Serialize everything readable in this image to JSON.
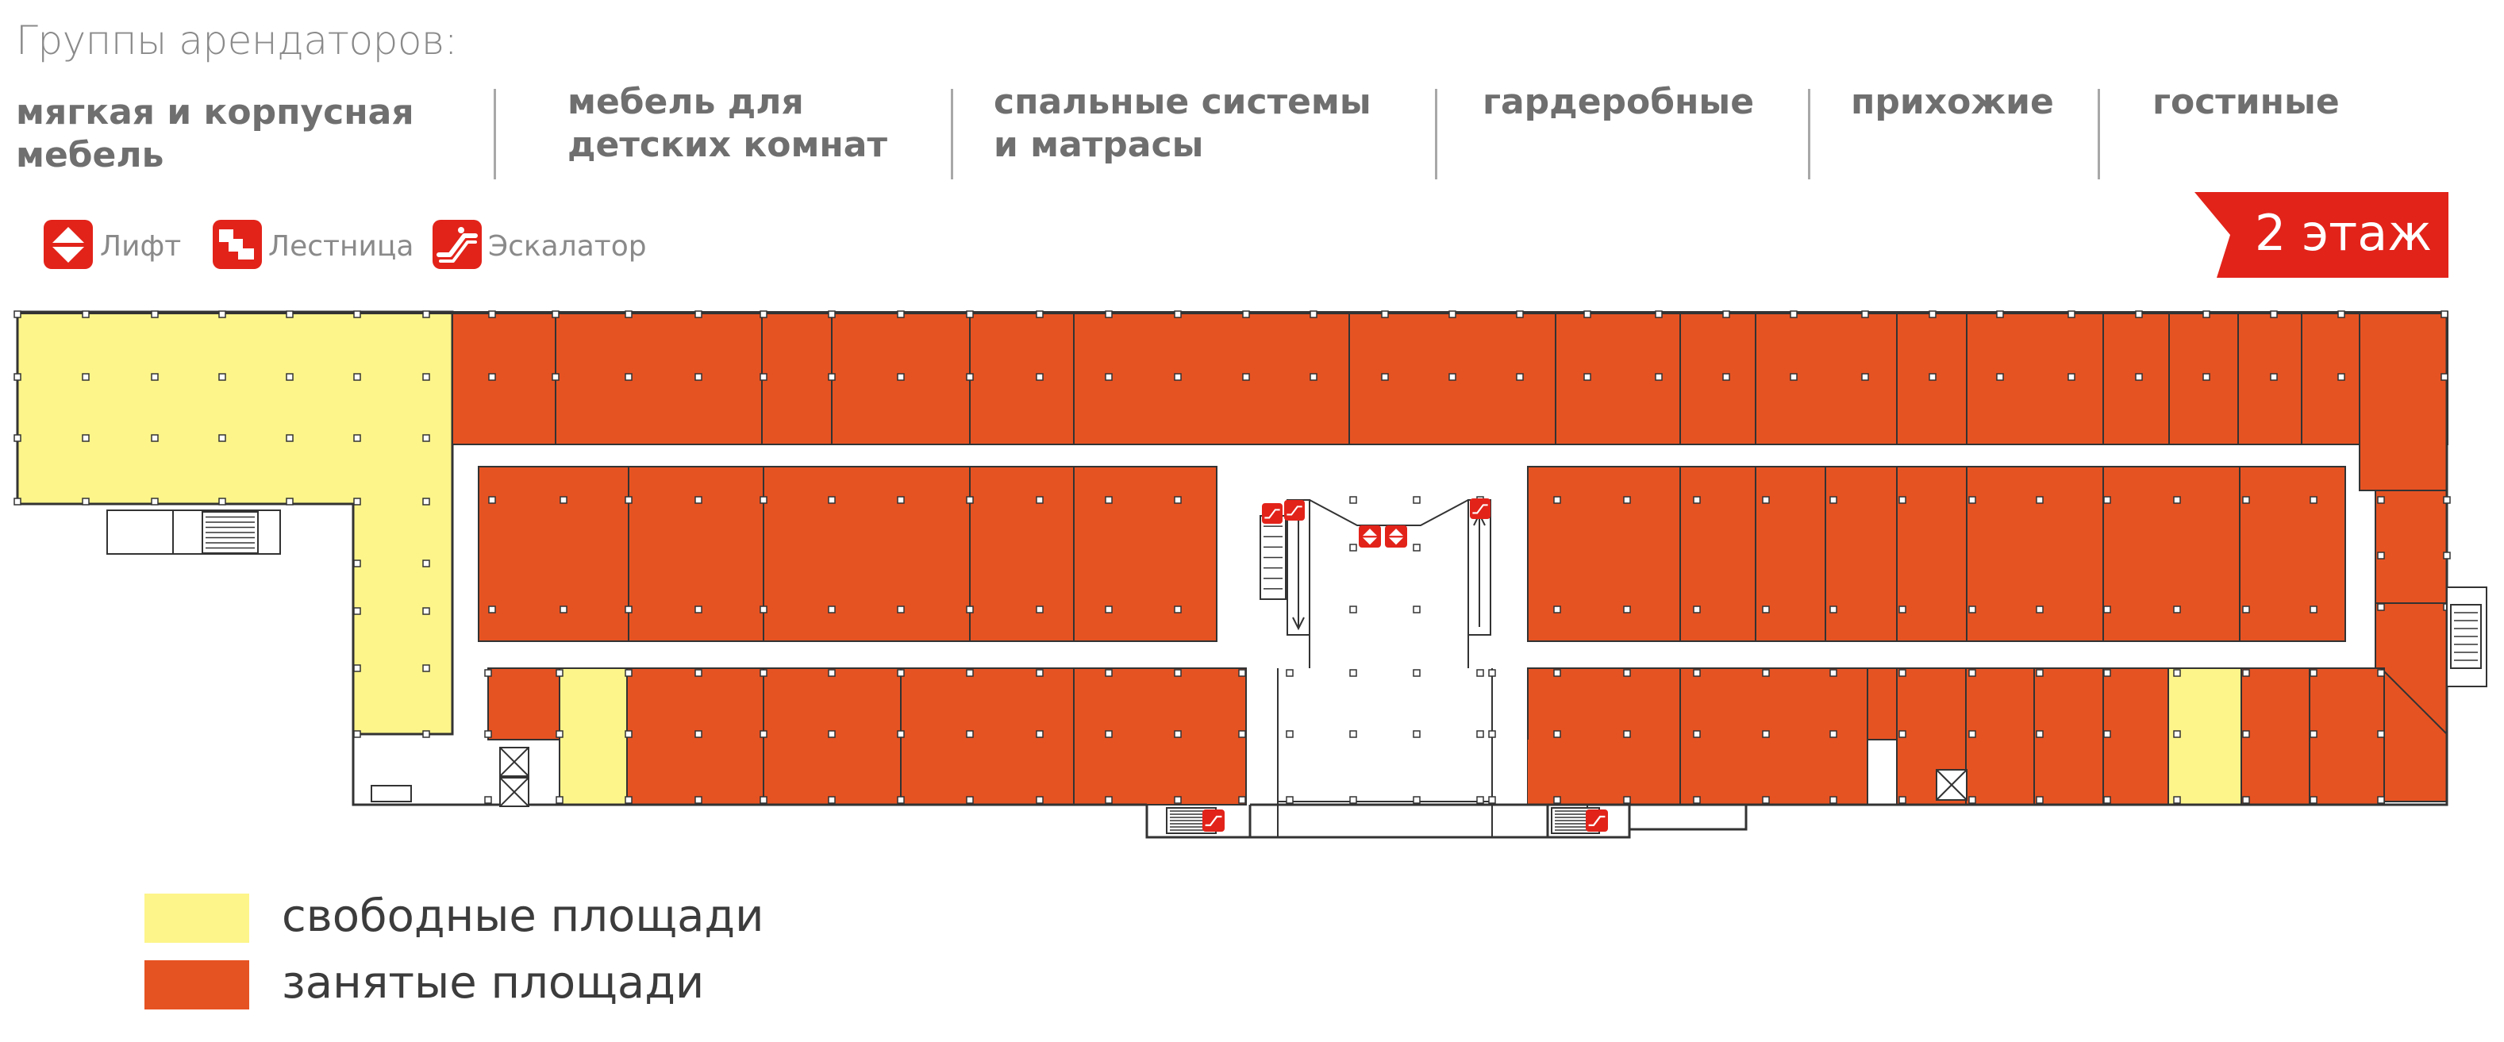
{
  "header": {
    "title": "Группы арендаторов:"
  },
  "tenant_groups": [
    {
      "lines": [
        "мягкая и корпусная",
        "мебель"
      ]
    },
    {
      "lines": [
        "мебель для",
        "детских комнат"
      ]
    },
    {
      "lines": [
        "спальные системы",
        "и матрасы"
      ]
    },
    {
      "lines": [
        "гардеробные"
      ]
    },
    {
      "lines": [
        "прихожие"
      ]
    },
    {
      "lines": [
        "гостиные"
      ]
    }
  ],
  "icon_legend": [
    {
      "icon": "elevator-icon",
      "label": "Лифт"
    },
    {
      "icon": "stairs-icon",
      "label": "Лестница"
    },
    {
      "icon": "escalator-icon",
      "label": "Эскалатор"
    }
  ],
  "floor": {
    "label": "2 этаж"
  },
  "status_legend": [
    {
      "label": "свободные площади",
      "color": "#fdf58a"
    },
    {
      "label": "занятые площади",
      "color": "#e65322"
    }
  ],
  "colors": {
    "accent": "#e2231a",
    "occupied": "#e65322",
    "free": "#fdf58a",
    "outline": "#333333"
  }
}
